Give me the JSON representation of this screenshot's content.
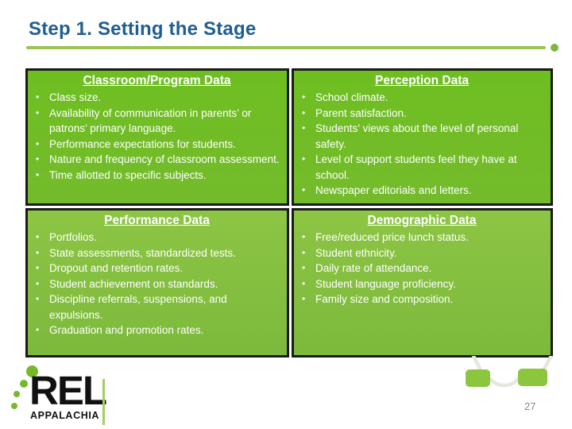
{
  "slide": {
    "title": "Step 1. Setting the Stage",
    "page_number": "27"
  },
  "quadrants": [
    {
      "heading": "Classroom/Program Data",
      "bullets": [
        "Class size.",
        "Availability of communication in parents’ or patrons’ primary language.",
        "Performance expectations for students.",
        "Nature and frequency of classroom assessment.",
        "Time allotted to specific subjects."
      ]
    },
    {
      "heading": "Perception Data",
      "bullets": [
        "School climate.",
        "Parent satisfaction.",
        "Students’ views about the level of personal safety.",
        "Level of support students feel they have at school.",
        "Newspaper editorials and letters."
      ]
    },
    {
      "heading": "Performance Data",
      "bullets": [
        "Portfolios.",
        "State assessments, standardized tests.",
        "Dropout and retention rates.",
        "Student achievement on standards.",
        "Discipline referrals, suspensions, and expulsions.",
        "Graduation and promotion rates."
      ]
    },
    {
      "heading": "Demographic Data",
      "bullets": [
        "Free/reduced price lunch status.",
        "Student ethnicity.",
        "Daily rate of attendance.",
        "Student language proficiency.",
        "Family size and composition."
      ]
    }
  ],
  "logo": {
    "text": "REL",
    "subtext": "APPALACHIA"
  },
  "colors": {
    "title_blue": "#1F5F8F",
    "accent_line_green": "#9CC653",
    "accent_dot_green": "#7BBA3F",
    "cell_green_top_start": "#6EBE21",
    "cell_green_top_end": "#74BB2C",
    "cell_green_bottom_start": "#8DC544",
    "cell_green_bottom_end": "#7CB93C",
    "cell_border": "#1A1A1A",
    "cell_text": "#FFFFFF",
    "logo_green": "#76B82A",
    "decoration_green": "#8CC63E",
    "connector_gray": "#E4E8DF",
    "page_number_gray": "#8A8A8A"
  }
}
